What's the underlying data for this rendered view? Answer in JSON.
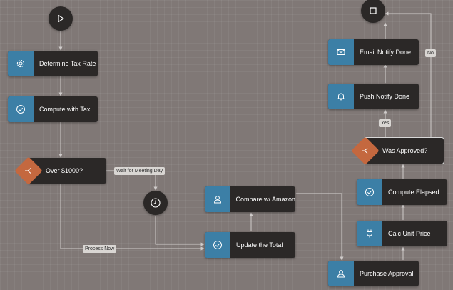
{
  "nodes": {
    "determine_tax_rate": "Determine Tax Rate",
    "compute_with_tax": "Compute with Tax",
    "over_1000": "Over $1000?",
    "compare_amazon": "Compare w/ Amazon",
    "update_total": "Update the Total",
    "purchase_approval": "Purchase Approval",
    "calc_unit_price": "Calc Unit Price",
    "compute_elapsed": "Compute Elapsed",
    "was_approved": "Was Approved?",
    "push_notify_done": "Push Notify Done",
    "email_notify_done": "Email Notify Done"
  },
  "edge_labels": {
    "wait_for_meeting_day": "Wait for Meeting Day",
    "process_now": "Process Now",
    "yes": "Yes",
    "no": "No"
  },
  "colors": {
    "canvas": "#807876",
    "node_body": "#2b2827",
    "action_accent": "#3c7fa6",
    "decision_accent": "#c4683f",
    "edge": "#d0cccb"
  },
  "icons": {
    "start": "play-icon",
    "end": "stop-icon",
    "timer": "clock-icon",
    "determine_tax_rate": "gear-icon",
    "compute_with_tax": "check-circle-icon",
    "over_1000": "branch-icon",
    "compare_amazon": "user-icon",
    "update_total": "check-circle-icon",
    "purchase_approval": "user-icon",
    "calc_unit_price": "plug-icon",
    "compute_elapsed": "check-circle-icon",
    "was_approved": "branch-icon",
    "push_notify_done": "bell-icon",
    "email_notify_done": "mail-icon"
  }
}
